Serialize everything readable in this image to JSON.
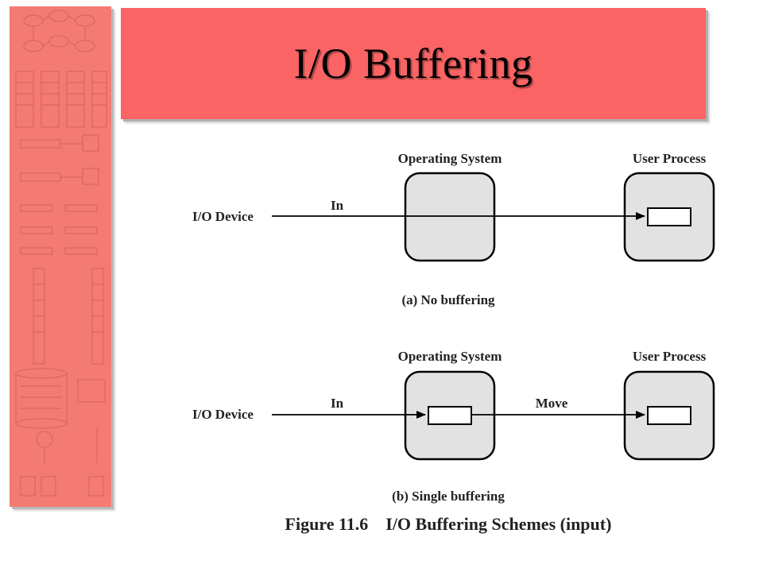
{
  "slide": {
    "title": "I/O Buffering"
  },
  "diagram": {
    "panel_a": {
      "os_label": "Operating System",
      "user_label": "User Process",
      "device_label": "I/O Device",
      "in_label": "In",
      "caption": "(a) No buffering"
    },
    "panel_b": {
      "os_label": "Operating System",
      "user_label": "User Process",
      "device_label": "I/O Device",
      "in_label": "In",
      "move_label": "Move",
      "caption": "(b) Single buffering"
    },
    "figure_caption": "Figure 11.6    I/O Buffering Schemes (input)"
  },
  "colors": {
    "sidebar": "#f47b74",
    "title_bar": "#fa6464",
    "box_fill": "#e2e2e2",
    "stroke": "#000000"
  }
}
